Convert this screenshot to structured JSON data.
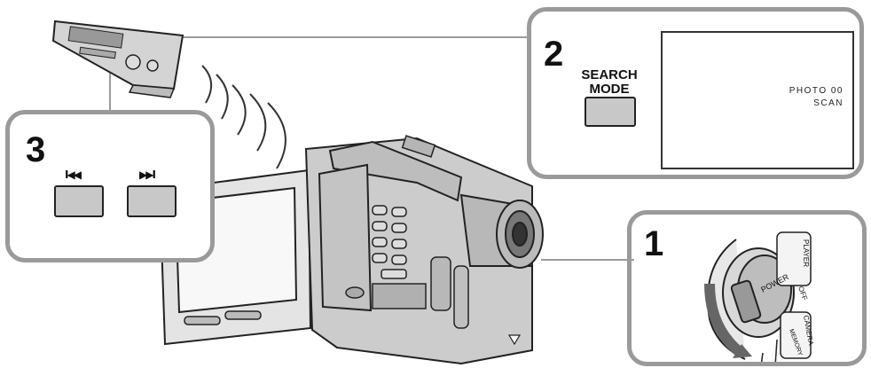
{
  "steps": {
    "step1": {
      "number": "1"
    },
    "step2": {
      "number": "2",
      "button_line1": "SEARCH",
      "button_line2": "MODE",
      "screen_line1": "PHOTO 00",
      "screen_line2": "SCAN"
    },
    "step3": {
      "number": "3",
      "prev_symbol": "I◀◀",
      "next_symbol": "▶▶I"
    }
  },
  "camera": {
    "dial_labels": {
      "power": "POWER",
      "player": "PLAYER",
      "off": "OFF",
      "camera": "CAMERA",
      "memory": "MEMORY"
    }
  },
  "colors": {
    "panel_border": "#9a9a9a",
    "button_fill": "#c8c8c8",
    "line_art": "#222222",
    "body_gray": "#bdbdbd"
  }
}
